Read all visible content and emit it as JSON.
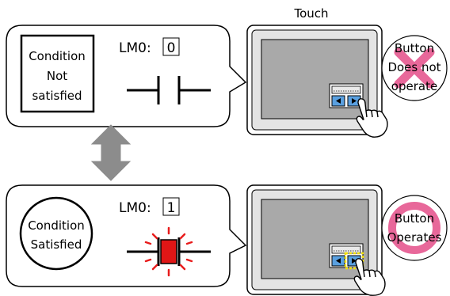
{
  "top_panel": {
    "condition_lines": [
      "Condition",
      "Not",
      "satisfied"
    ],
    "register_label": "LM0:",
    "register_value": "0",
    "device_label": "Touch",
    "button_status_lines": [
      "Button",
      "Does not",
      "operate"
    ]
  },
  "bottom_panel": {
    "condition_lines": [
      "Condition",
      "Satisfied"
    ],
    "register_label": "LM0:",
    "register_value": "1",
    "button_status_lines": [
      "Button",
      "Operates"
    ]
  },
  "colors": {
    "line": "#000000",
    "arrow": "#8c8c8c",
    "screen_frame": "#d8d8d8",
    "screen_display": "#a9a9a9",
    "contact_on": "#e01616",
    "glow": "#e81c1c",
    "cross_mark": "#e8689a",
    "circle_mark": "#e8689a",
    "button_blue": "#5aa0e0",
    "highlight": "#f2e000",
    "hand": "#ffffff"
  }
}
